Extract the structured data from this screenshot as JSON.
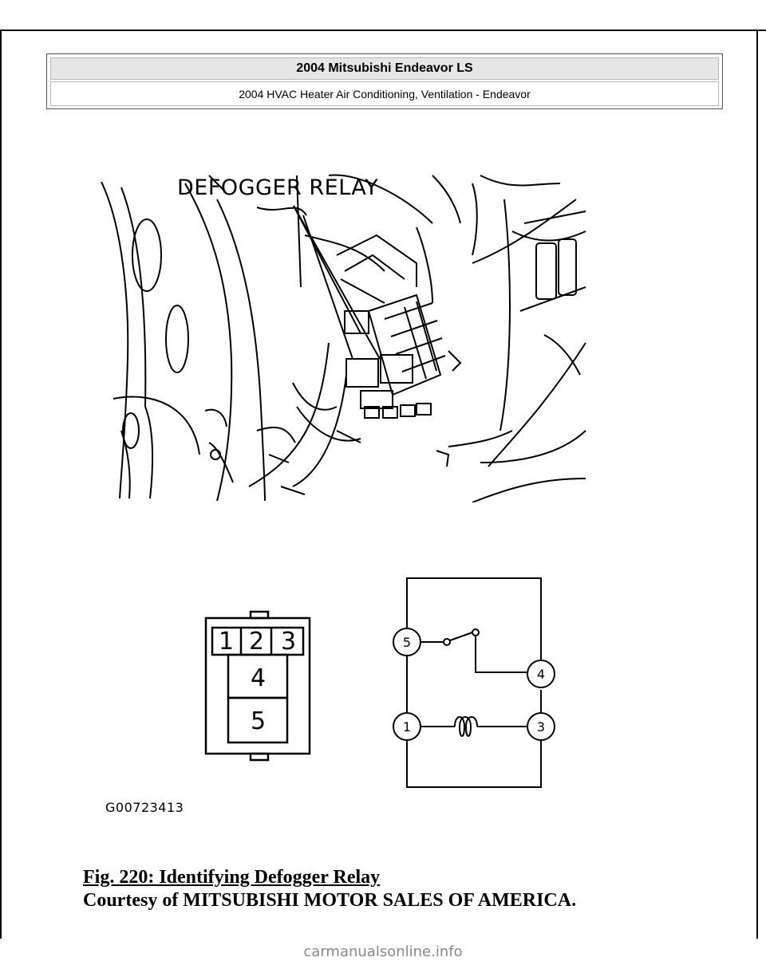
{
  "header": {
    "title": "2004 Mitsubishi Endeavor LS",
    "subtitle": "2004 HVAC Heater Air Conditioning, Ventilation - Endeavor"
  },
  "figure": {
    "photo_label": "DEFOGGER RELAY",
    "connector_pins": [
      "1",
      "2",
      "3",
      "4",
      "5"
    ],
    "circuit_terminals": [
      "5",
      "4",
      "1",
      "3"
    ],
    "code": "G00723413"
  },
  "caption": {
    "figure_title": "Fig. 220: Identifying Defogger Relay",
    "courtesy": "Courtesy of MITSUBISHI MOTOR SALES OF AMERICA."
  },
  "watermark": "carmanualsonline.info"
}
